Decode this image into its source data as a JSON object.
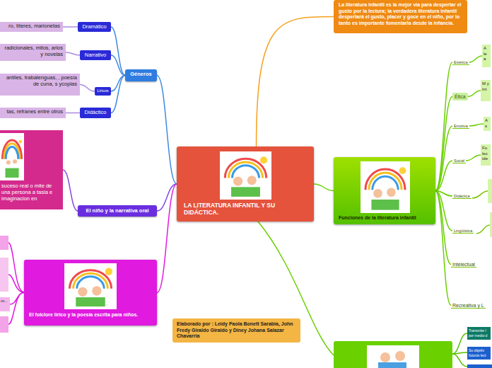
{
  "diagram": {
    "nodes": [
      {
        "text": [
          "LA LITERATURA INFANTIL Y SU DIDÁCTICA."
        ]
      },
      {
        "text": [
          "La literatura infantil es la mejor vía para despertar el gusto por la lectura; la verdadera literatura infantil despertará el gusto, placer y goce en el niño, por lo tanto es importante fomentarla desde la infancia."
        ]
      },
      {
        "text": [
          "Géneros"
        ]
      },
      {
        "text": [
          "Dramático"
        ]
      },
      {
        "text": [
          "ro, títeres, marionetas"
        ]
      },
      {
        "text": [
          "Narrativo"
        ]
      },
      {
        "text": [
          "radicionales, mitos, arios y novelas"
        ]
      },
      {
        "text": [
          "Líricos"
        ]
      },
      {
        "text": [
          "antiles, trabalenguas, , poesía de cuna, s ycopias"
        ]
      },
      {
        "text": [
          "Didáctico"
        ]
      },
      {
        "text": [
          "tas, refranes entre otros"
        ]
      },
      {
        "text": [
          "suceso real o mite de una persona a tasia e imaginacion en"
        ]
      },
      {
        "text": [
          "El niño y la narrativa oral"
        ]
      },
      {
        "text": [
          "El folclore lírico y la poesía escrita para niños."
        ]
      },
      {
        "text": [
          "os..."
        ]
      },
      {
        "text": [
          "Elaborado por : Leidy Paola Bonett Sarabia, John Fredy Giraldo Giraldo y Diney Johana Salazar Chavarria"
        ]
      },
      {
        "text": [
          "Funciones de la literatura infantil"
        ]
      },
      {
        "text": [
          "Estética"
        ]
      },
      {
        "text": [
          "A le a"
        ]
      },
      {
        "text": [
          "Ética"
        ]
      },
      {
        "text": [
          "M y int"
        ]
      },
      {
        "text": [
          "Emotiva"
        ]
      },
      {
        "text": [
          "A s"
        ]
      },
      {
        "text": [
          "Social"
        ]
      },
      {
        "text": [
          "Fo lec ide"
        ]
      },
      {
        "text": [
          "Didáctica"
        ]
      },
      {
        "text": [
          "Lingüística"
        ]
      },
      {
        "text": [
          "Intelectual"
        ]
      },
      {
        "text": [
          "Recreativa y L"
        ]
      },
      {
        "text": [
          "Transmite l por medio d"
        ]
      },
      {
        "text": [
          "Su objetiv futuros lect"
        ]
      }
    ],
    "edges": [
      {
        "from": 0,
        "to": 1,
        "arrow": "none"
      },
      {
        "from": 0,
        "to": 2,
        "arrow": "none"
      },
      {
        "from": 2,
        "to": 3,
        "arrow": "none"
      },
      {
        "from": 3,
        "to": 4,
        "arrow": "none"
      },
      {
        "from": 2,
        "to": 5,
        "arrow": "none"
      },
      {
        "from": 5,
        "to": 6,
        "arrow": "none"
      },
      {
        "from": 2,
        "to": 7,
        "arrow": "none"
      },
      {
        "from": 7,
        "to": 8,
        "arrow": "none"
      },
      {
        "from": 2,
        "to": 9,
        "arrow": "none"
      },
      {
        "from": 9,
        "to": 10,
        "arrow": "none"
      },
      {
        "from": 0,
        "to": 12,
        "arrow": "none"
      },
      {
        "from": 12,
        "to": 11,
        "arrow": "none"
      },
      {
        "from": 0,
        "to": 13,
        "arrow": "none"
      },
      {
        "from": 13,
        "to": 14,
        "arrow": "none"
      },
      {
        "from": 0,
        "to": 16,
        "arrow": "none"
      },
      {
        "from": 16,
        "to": 17,
        "arrow": "none"
      },
      {
        "from": 17,
        "to": 18,
        "arrow": "none"
      },
      {
        "from": 16,
        "to": 19,
        "arrow": "none"
      },
      {
        "from": 19,
        "to": 20,
        "arrow": "none"
      },
      {
        "from": 16,
        "to": 21,
        "arrow": "none"
      },
      {
        "from": 21,
        "to": 22,
        "arrow": "none"
      },
      {
        "from": 16,
        "to": 23,
        "arrow": "none"
      },
      {
        "from": 23,
        "to": 24,
        "arrow": "none"
      },
      {
        "from": 16,
        "to": 25,
        "arrow": "none"
      },
      {
        "from": 16,
        "to": 26,
        "arrow": "none"
      },
      {
        "from": 16,
        "to": 27,
        "arrow": "none"
      },
      {
        "from": 16,
        "to": 28,
        "arrow": "none"
      }
    ]
  }
}
